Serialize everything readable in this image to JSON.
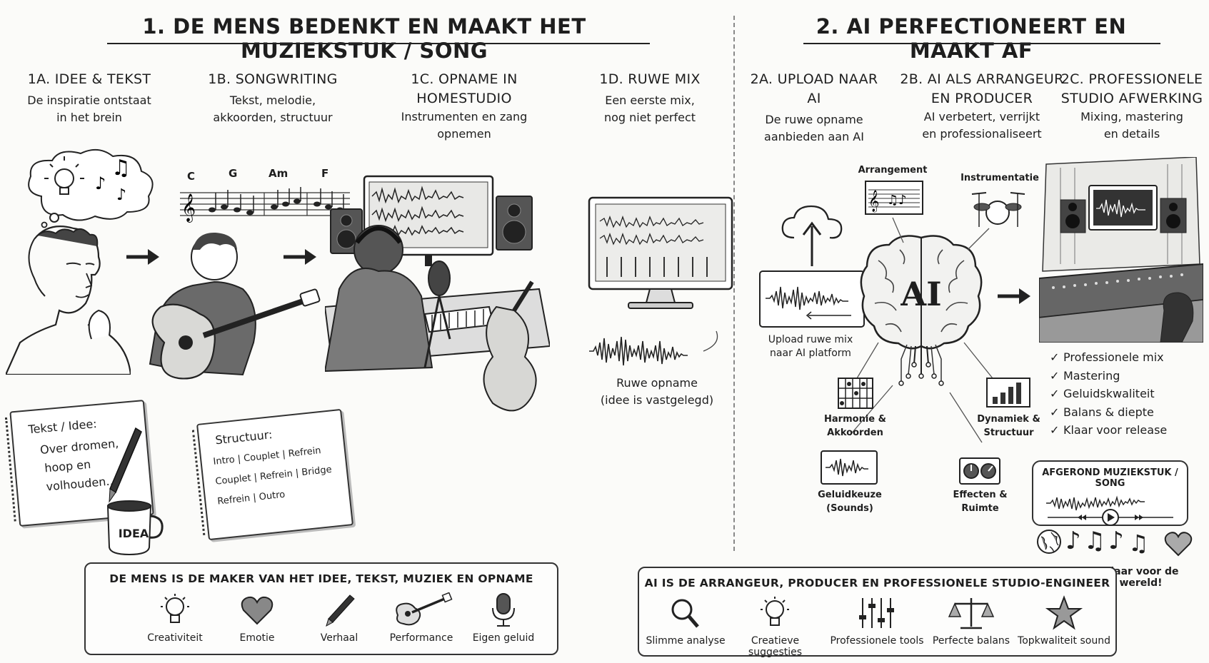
{
  "left_section": {
    "header": "1. DE MENS BEDENKT EN MAAKT HET MUZIEKSTUK / SONG",
    "steps": [
      {
        "title": "1A. IDEE & TEKST",
        "desc_lines": [
          "De inspiratie ontstaat",
          "in het brein"
        ]
      },
      {
        "title": "1B. SONGWRITING",
        "desc_lines": [
          "Tekst, melodie,",
          "akkoorden, structuur"
        ]
      },
      {
        "title_lines": [
          "1C. OPNAME IN",
          "HOMESTUDIO"
        ],
        "desc_lines": [
          "Instrumenten en zang",
          "opnemen"
        ]
      },
      {
        "title": "1D. RUWE MIX",
        "desc_lines": [
          "Een eerste mix,",
          "nog niet perfect"
        ]
      }
    ],
    "chords": [
      "C",
      "G",
      "Am",
      "F"
    ],
    "notebook_1": {
      "lines": [
        "Tekst / Idee:",
        "Over dromen,",
        "hoop en",
        "volhouden..."
      ]
    },
    "mug_label": "IDEA",
    "notebook_2": {
      "lines": [
        "Structuur:",
        "Intro | Couplet | Refrein",
        "Couplet | Refrein | Bridge",
        "Refrein | Outro"
      ]
    },
    "raw_caption": [
      "Ruwe opname",
      "(idee is vastgelegd)"
    ],
    "bottom_box": {
      "title": "DE MENS IS DE MAKER VAN HET IDEE, TEKST, MUZIEK EN OPNAME",
      "items": [
        {
          "label": "Creativiteit",
          "icon": "lightbulb-icon"
        },
        {
          "label": "Emotie",
          "icon": "heart-icon"
        },
        {
          "label": "Verhaal",
          "icon": "pen-icon"
        },
        {
          "label": "Performance",
          "icon": "guitar-icon"
        },
        {
          "label": "Eigen geluid",
          "icon": "microphone-icon"
        }
      ]
    }
  },
  "right_section": {
    "header": "2. AI PERFECTIONEERT EN MAAKT AF",
    "steps": [
      {
        "title": "2A. UPLOAD NAAR AI",
        "desc_lines": [
          "De ruwe opname",
          "aanbieden aan AI"
        ]
      },
      {
        "title_lines": [
          "2B. AI ALS ARRANGEUR",
          "EN PRODUCER"
        ],
        "desc_lines": [
          "AI verbetert, verrijkt",
          "en professionaliseert"
        ]
      },
      {
        "title_lines": [
          "2C. PROFESSIONELE",
          "STUDIO AFWERKING"
        ],
        "desc_lines": [
          "Mixing, mastering",
          "en details"
        ]
      }
    ],
    "upload_caption": [
      "Upload ruwe mix",
      "naar AI platform"
    ],
    "brain_label": "AI",
    "ai_features": {
      "arrangement": "Arrangement",
      "instrumentation": "Instrumentatie",
      "harmony": [
        "Harmonie &",
        "Akkoorden"
      ],
      "dynamics": [
        "Dynamiek &",
        "Structuur"
      ],
      "sounds": [
        "Geluidkeuze",
        "(Sounds)"
      ],
      "effects": [
        "Effecten &",
        "Ruimte"
      ]
    },
    "checklist": [
      "Professionele mix",
      "Mastering",
      "Geluidskwaliteit",
      "Balans & diepte",
      "Klaar voor release"
    ],
    "final_card_title": "AFGEROND MUZIEKSTUK / SONG",
    "world_caption": "Klaar voor de wereld!",
    "bottom_box": {
      "title": "AI IS DE ARRANGEUR, PRODUCER EN PROFESSIONELE STUDIO-ENGINEER",
      "items": [
        {
          "label": "Slimme analyse",
          "icon": "magnifier-icon"
        },
        {
          "label": "Creatieve suggesties",
          "icon": "lightbulb-icon"
        },
        {
          "label": "Professionele tools",
          "icon": "faders-icon"
        },
        {
          "label": "Perfecte balans",
          "icon": "scale-icon"
        },
        {
          "label": "Topkwaliteit sound",
          "icon": "star-icon"
        }
      ]
    }
  }
}
